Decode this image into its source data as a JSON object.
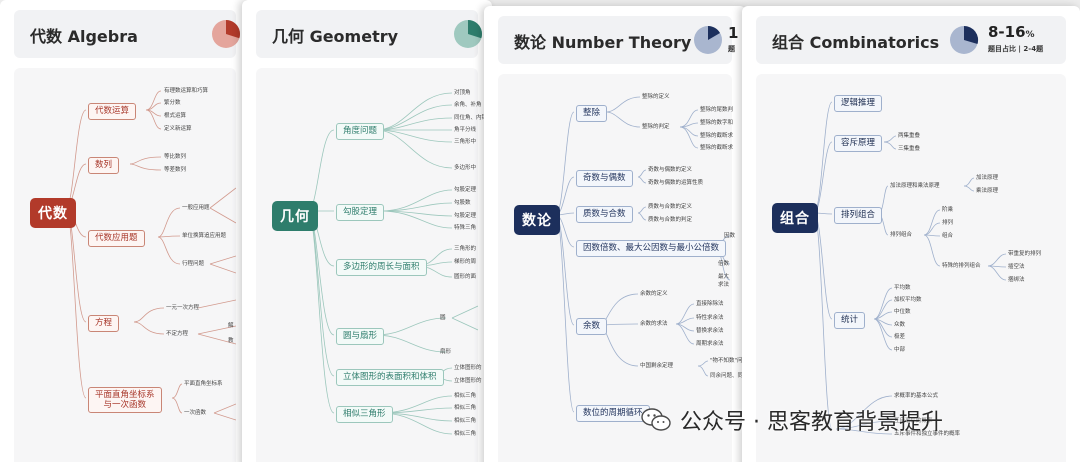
{
  "watermark": {
    "text": "公众号 · 思客教育背景提升"
  },
  "cards": {
    "algebra": {
      "title": "代数 Algebra",
      "root": "代数",
      "color": "#b23a2a",
      "categories": [
        "代数运算",
        "数列",
        "代数应用题",
        "方程",
        "平面直角坐标系\n与一次函数"
      ],
      "leaves": [
        "有理数运算和巧算",
        "繁分数",
        "根式运算",
        "定义新运算",
        "等比数列",
        "等差数列",
        "一般应用题",
        "单位换算追应用题",
        "行程问题",
        "一元一次方程",
        "不定方程",
        "解",
        "教",
        "平面直角坐标系",
        "一次函数"
      ]
    },
    "geometry": {
      "title": "几何 Geometry",
      "root": "几何",
      "color": "#2e7d6c",
      "categories": [
        "角度问题",
        "勾股定理",
        "多边形的周长与面积",
        "圆与扇形",
        "立体图形的表面积和体积",
        "相似三角形"
      ],
      "leaves": [
        "对顶角",
        "余角、补角",
        "同位角、内错",
        "角平分线",
        "三角形中",
        "多边形中",
        "勾股定理",
        "勾股数",
        "勾股定理",
        "特殊三角",
        "三角形的",
        "梯形的周",
        "圆形的面",
        "圆",
        "扇形",
        "立体图形的",
        "立体图形的",
        "相似三角",
        "相似三角",
        "相似三角",
        "相似三角"
      ]
    },
    "number_theory": {
      "title": "数论 Number Theory",
      "root": "数论",
      "color": "#1c2f5c",
      "stat_big": "1",
      "stat_small": "题",
      "categories": [
        "整除",
        "奇数与偶数",
        "质数与合数",
        "因数倍数、最大公因数与最小公倍数",
        "余数",
        "数位的周期循环"
      ],
      "leaves": [
        "整除的定义",
        "整除的判定",
        "整除的尾数判",
        "整除的数字和",
        "整除的截断求",
        "整除的截断求",
        "奇数与偶数的定义",
        "奇数与偶数的运算性质",
        "质数与合数的定义",
        "质数与合数的判定",
        "因数",
        "倍数",
        "最大",
        "求法",
        "余数的定义",
        "余数的求法",
        "直接除除法",
        "特性求余法",
        "替换求余法",
        "周期求余法",
        "中国剩余定理",
        "\"物不知数\"问",
        "同余问题、同"
      ]
    },
    "combinatorics": {
      "title": "组合 Combinatorics",
      "root": "组合",
      "color": "#1c2f5c",
      "stat_big": "8-16",
      "stat_unit": "%",
      "stat_small": "题目占比 | 2-4题",
      "categories": [
        "逻辑推理",
        "容斥原理",
        "排列组合",
        "统计"
      ],
      "leaves": [
        "两集重叠",
        "三集重叠",
        "加法原理和乘法原理",
        "加法原理",
        "乘法原理",
        "排列组合",
        "阶乘",
        "排列",
        "组合",
        "特殊的排列组合",
        "带重复的排列",
        "插空法",
        "捆绑法",
        "平均数",
        "加权平均数",
        "中位数",
        "众数",
        "极差",
        "中部",
        "求概率的基本公式",
        "互斥事件的概率",
        "五斥事件和独立事件的概率"
      ]
    }
  }
}
